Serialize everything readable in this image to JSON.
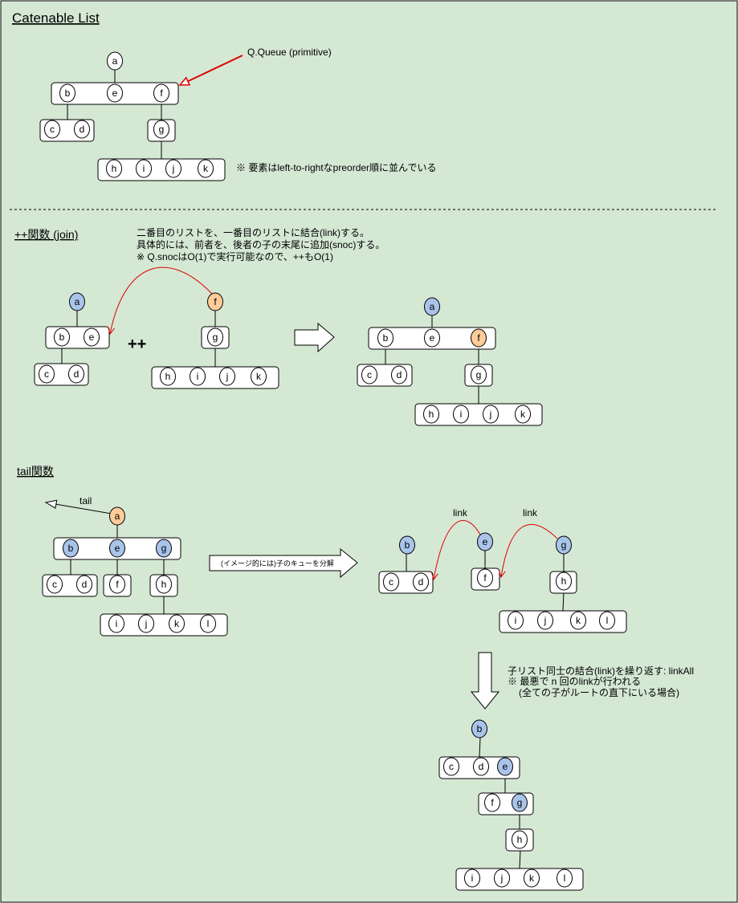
{
  "colors": {
    "background": "#d5e8d4",
    "blue": "#a9c4eb",
    "orange": "#ffcc99",
    "white": "#ffffff",
    "red": "#dd0000"
  },
  "title": "Catenable List",
  "section1": {
    "queue_label": "Q.Queue (primitive)",
    "note": "※ 要素はleft-to-rightなpreorder順に並んでいる"
  },
  "section2": {
    "heading": "++関数 (join)",
    "desc1": "二番目のリストを、一番目のリストに結合(link)する。",
    "desc2": "具体的には、前者を、後者の子の末尾に追加(snoc)する。",
    "desc3": "※ Q.snocはO(1)で実行可能なので、++もO(1)",
    "operator": "++"
  },
  "section3": {
    "heading": "tail関数",
    "tail_label": "tail",
    "decompose_label": "(イメージ的には)子のキューを分解",
    "link1": "link",
    "link2": "link",
    "linkall_1": "子リスト同士の結合(link)を繰り返す: linkAll",
    "linkall_2": "※ 最悪で n 回のlinkが行われる",
    "linkall_3": "(全ての子がルートの直下にいる場合)"
  },
  "nodes": {
    "a": "a",
    "b": "b",
    "c": "c",
    "d": "d",
    "e": "e",
    "f": "f",
    "g": "g",
    "h": "h",
    "i": "i",
    "j": "j",
    "k": "k",
    "l": "l"
  }
}
